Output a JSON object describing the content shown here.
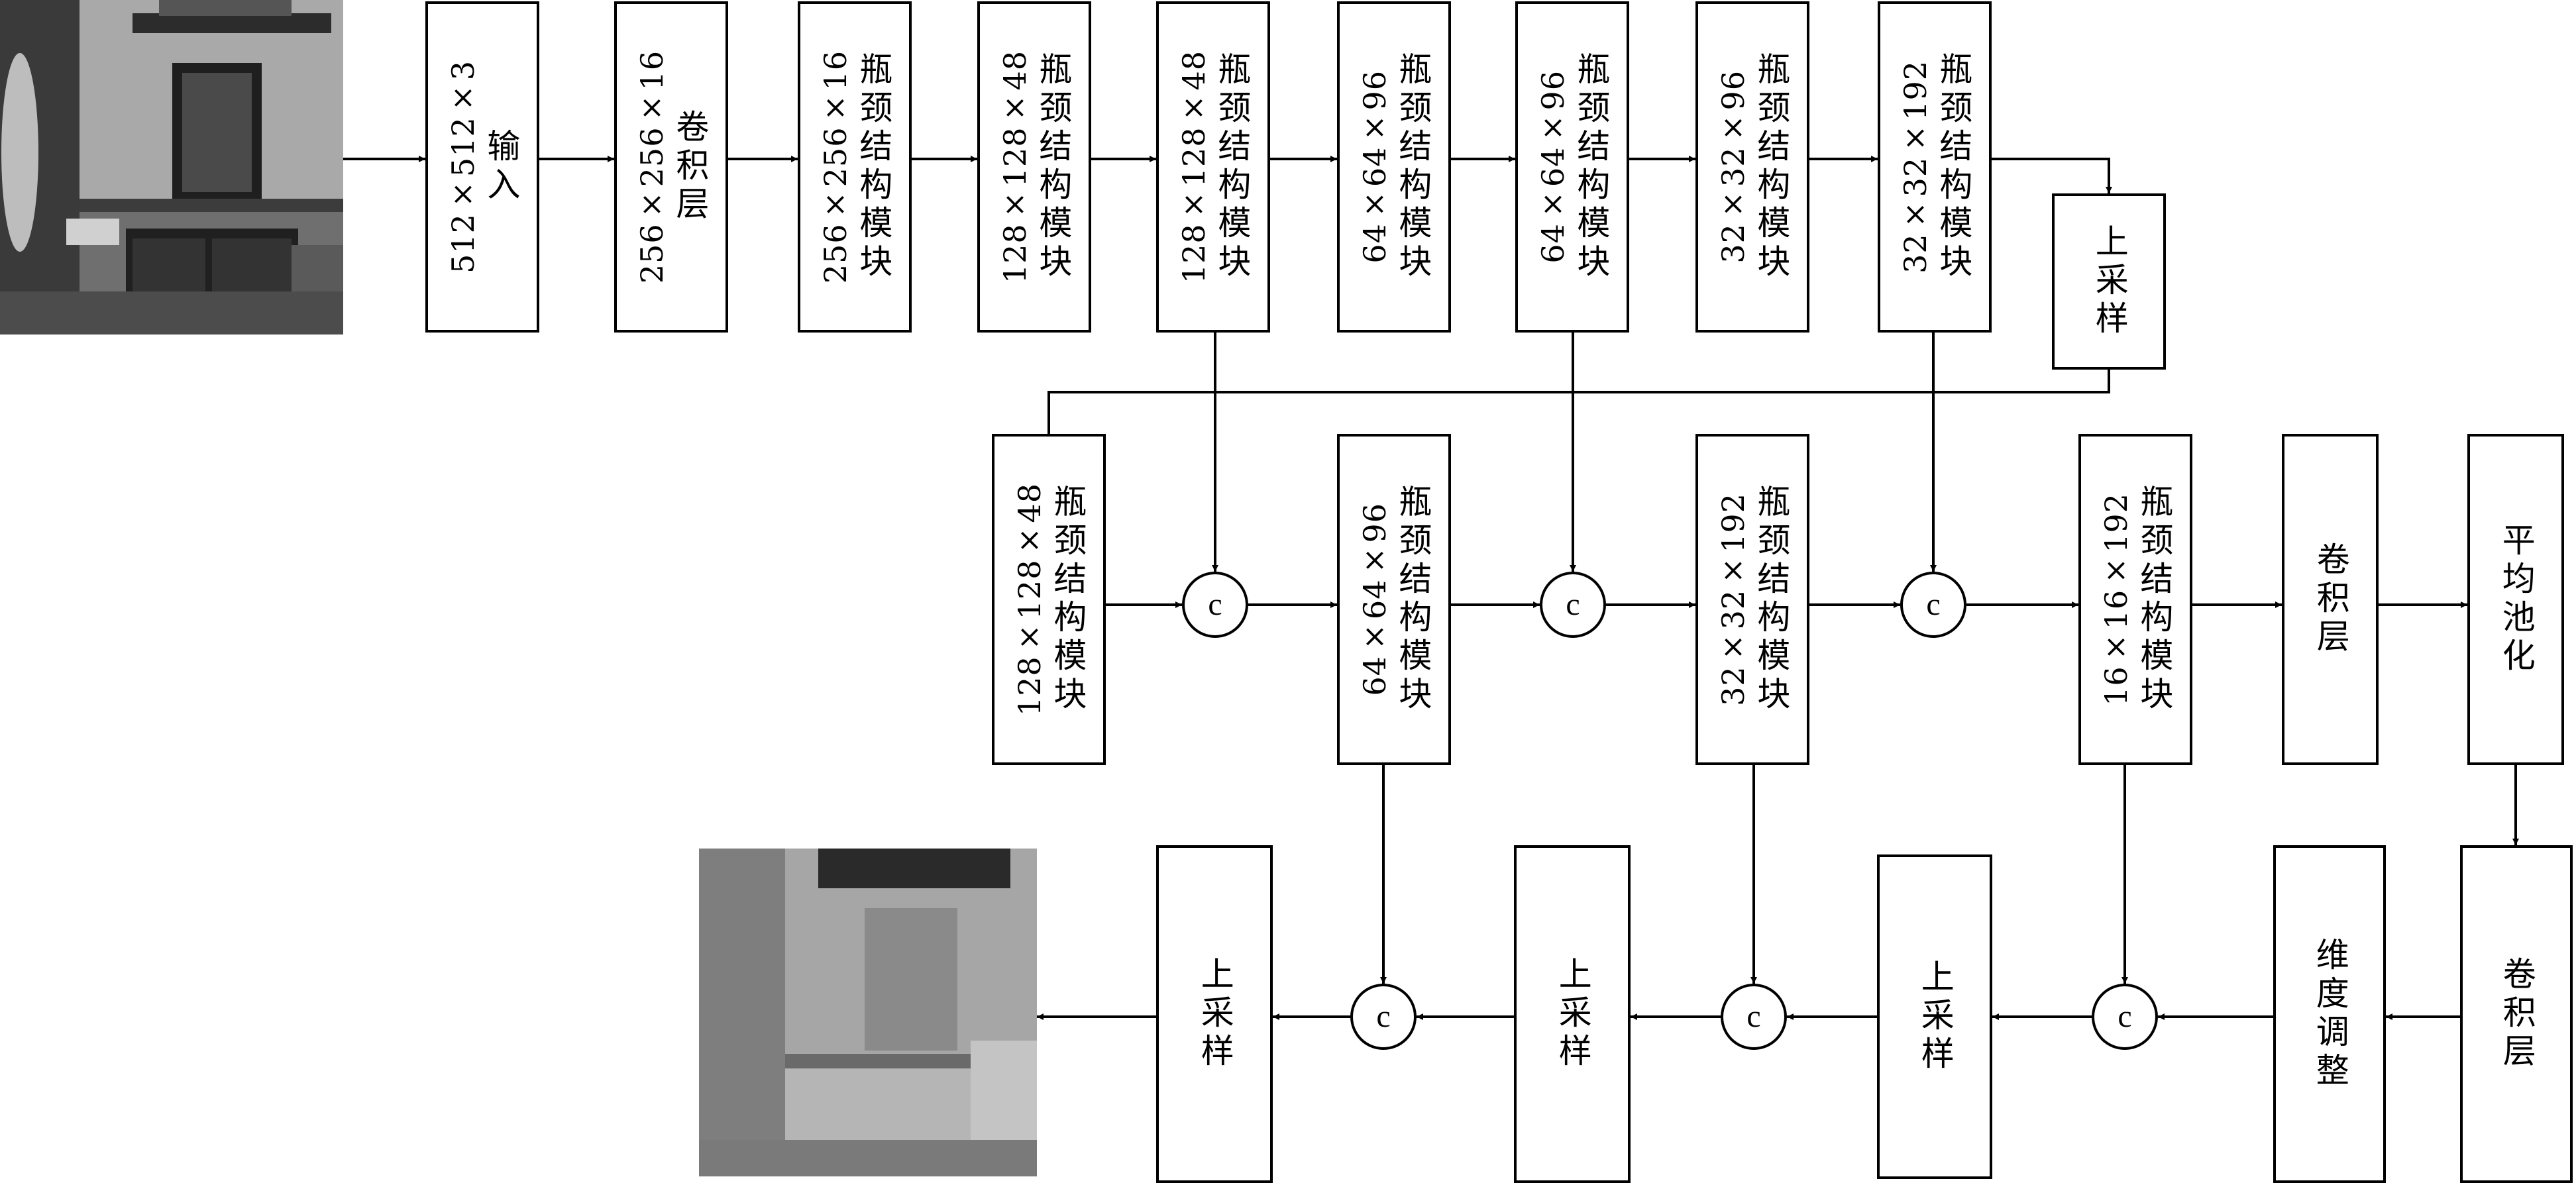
{
  "input_image": {
    "icon": "room-photo"
  },
  "output_image": {
    "icon": "segmentation-map"
  },
  "encoder_row": {
    "input": {
      "size": "512×512×3",
      "label": "输入"
    },
    "conv": {
      "size": "256×256×16",
      "label": "卷积层"
    },
    "blocks": [
      {
        "size": "256×256×16",
        "label": "瓶颈结构模块"
      },
      {
        "size": "128×128×48",
        "label": "瓶颈结构模块"
      },
      {
        "size": "128×128×48",
        "label": "瓶颈结构模块"
      },
      {
        "size": "64×64×96",
        "label": "瓶颈结构模块"
      },
      {
        "size": "64×64×96",
        "label": "瓶颈结构模块"
      },
      {
        "size": "32×32×96",
        "label": "瓶颈结构模块"
      },
      {
        "size": "32×32×192",
        "label": "瓶颈结构模块"
      }
    ],
    "upsample": {
      "label": "上采样"
    }
  },
  "middle_row": {
    "blocks": [
      {
        "size": "128×128×48",
        "label": "瓶颈结构模块"
      },
      {
        "size": "64×64×96",
        "label": "瓶颈结构模块"
      },
      {
        "size": "32×32×192",
        "label": "瓶颈结构模块"
      },
      {
        "size": "16×16×192",
        "label": "瓶颈结构模块"
      }
    ],
    "conv": {
      "label": "卷积层"
    },
    "pool": {
      "label": "平均池化"
    }
  },
  "bottom_row": {
    "conv": {
      "label": "卷积层"
    },
    "reshape": {
      "label": "维度调整"
    },
    "upsamples": [
      {
        "label": "上采样"
      },
      {
        "label": "上采样"
      },
      {
        "label": "上采样"
      }
    ]
  },
  "concat_symbol": "c"
}
